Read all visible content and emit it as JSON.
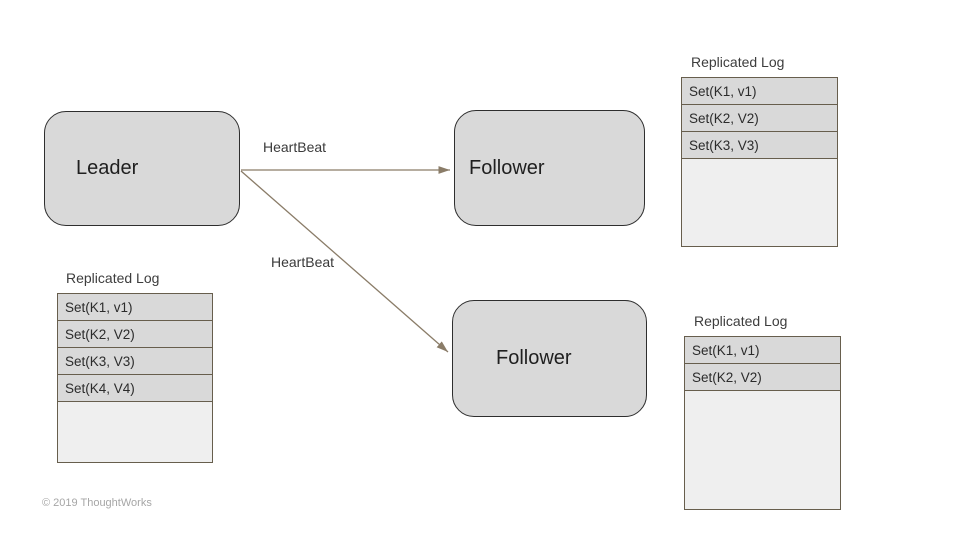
{
  "diagram": {
    "nodes": {
      "leader": {
        "label": "Leader"
      },
      "follower_top": {
        "label": "Follower"
      },
      "follower_bottom": {
        "label": "Follower"
      }
    },
    "arrows": {
      "heartbeat_top": {
        "label": "HeartBeat"
      },
      "heartbeat_bottom": {
        "label": "HeartBeat"
      }
    },
    "logs": {
      "follower_top": {
        "title": "Replicated Log",
        "entries": [
          "Set(K1, v1)",
          "Set(K2, V2)",
          "Set(K3, V3)"
        ]
      },
      "leader": {
        "title": "Replicated Log",
        "entries": [
          "Set(K1, v1)",
          "Set(K2, V2)",
          "Set(K3, V3)",
          "Set(K4, V4)"
        ]
      },
      "follower_bottom": {
        "title": "Replicated Log",
        "entries": [
          "Set(K1, v1)",
          "Set(K2, V2)"
        ]
      }
    },
    "colors": {
      "node_fill": "#d9d9d9",
      "node_border": "#2e2e2e",
      "table_border": "#675e4d",
      "row_fill": "#d9d9d9",
      "empty_fill": "#efefef",
      "arrow": "#8a7c68"
    }
  },
  "footer": {
    "copyright": "© 2019 ThoughtWorks"
  }
}
